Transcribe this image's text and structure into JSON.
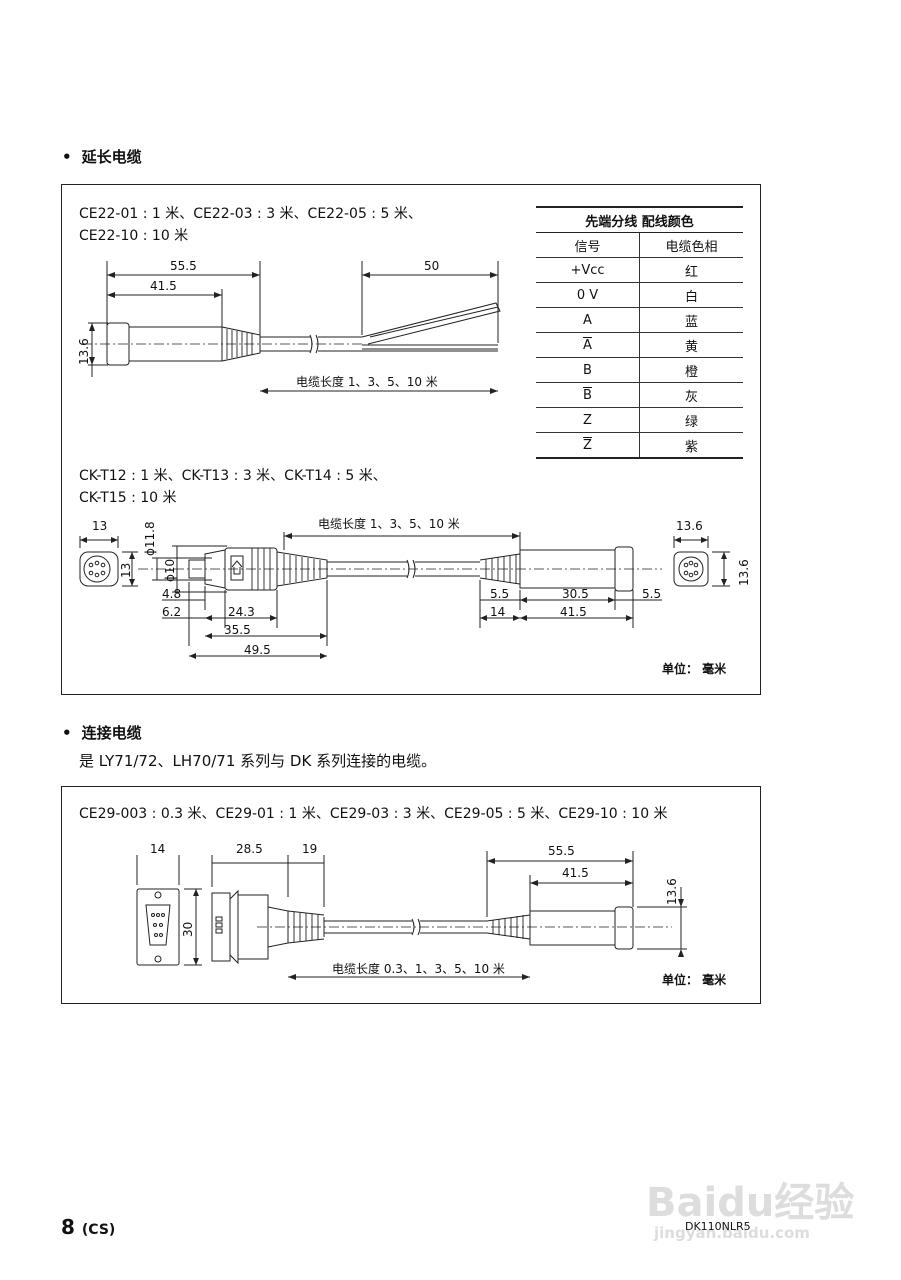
{
  "section1": {
    "bullet": "•",
    "title": "延长电缆",
    "model_line1": "CE22-01 : 1 米、CE22-03 : 3 米、CE22-05 : 5 米、",
    "model_line2": "CE22-10 : 10 米",
    "model2_line1": "CK-T12 : 1 米、CK-T13 : 3 米、CK-T14 : 5 米、",
    "model2_line2": "CK-T15 : 10 米",
    "unit": "单位： 毫米",
    "drawing1": {
      "dim_555": "55.5",
      "dim_415": "41.5",
      "dim_50": "50",
      "dim_136": "13.6",
      "cable_length": "电缆长度 1、3、5、10 米"
    },
    "drawing2": {
      "dim_13a": "13",
      "dim_13b": "13",
      "dim_phi118": "ϕ11.8",
      "dim_phi10": "ϕ10",
      "dim_48": "4.8",
      "dim_62": "6.2",
      "dim_243": "24.3",
      "dim_355": "35.5",
      "dim_495": "49.5",
      "cable_length": "电缆长度 1、3、5、10 米",
      "dim_55a": "5.5",
      "dim_305": "30.5",
      "dim_55b": "5.5",
      "dim_14": "14",
      "dim_415": "41.5",
      "dim_136a": "13.6",
      "dim_136b": "13.6"
    },
    "table": {
      "caption": "先端分线 配线颜色",
      "headers": [
        "信号",
        "电缆色相"
      ],
      "rows": [
        {
          "signal": "+Vcc",
          "color": "红",
          "overline": false
        },
        {
          "signal": "0 V",
          "color": "白",
          "overline": false
        },
        {
          "signal": "A",
          "color": "蓝",
          "overline": false
        },
        {
          "signal": "A",
          "color": "黄",
          "overline": true
        },
        {
          "signal": "B",
          "color": "橙",
          "overline": false
        },
        {
          "signal": "B",
          "color": "灰",
          "overline": true
        },
        {
          "signal": "Z",
          "color": "绿",
          "overline": false
        },
        {
          "signal": "Z",
          "color": "紫",
          "overline": true
        }
      ]
    }
  },
  "section2": {
    "bullet": "•",
    "title": "连接电缆",
    "description": "是 LY71/72、LH70/71 系列与 DK 系列连接的电缆。",
    "models": "CE29-003 : 0.3 米、CE29-01 : 1 米、CE29-03 : 3 米、CE29-05 : 5 米、CE29-10 : 10 米",
    "unit": "单位： 毫米",
    "drawing": {
      "dim_14": "14",
      "dim_285": "28.5",
      "dim_19": "19",
      "dim_30": "30",
      "dim_555": "55.5",
      "dim_415": "41.5",
      "dim_136": "13.6",
      "cable_length": "电缆长度 0.3、1、3、5、10 米"
    }
  },
  "footer": {
    "page_number": "8",
    "page_suffix": "(CS)",
    "doc_code": "DK110NLR5",
    "watermark_brand": "Baidu经验",
    "watermark_url": "jingyan.baidu.com"
  }
}
